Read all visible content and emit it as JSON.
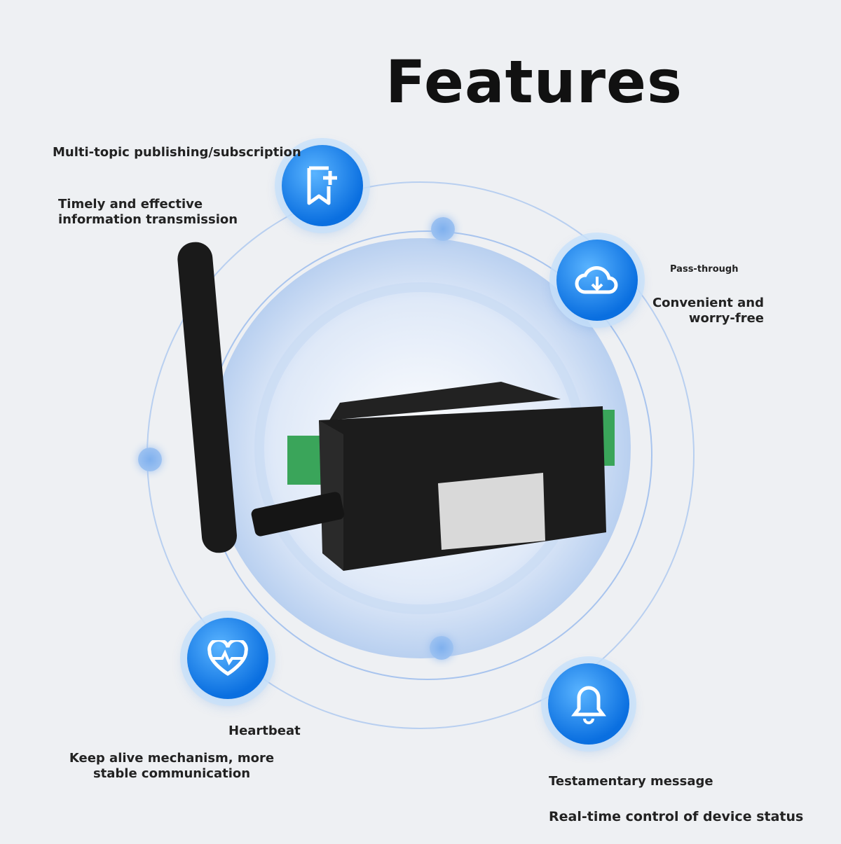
{
  "title": "Features",
  "features": [
    {
      "icon": "bookmark-plus-icon",
      "heading": "Multi-topic publishing/subscription",
      "description": "Timely and effective information transmission"
    },
    {
      "icon": "cloud-download-icon",
      "heading": "Pass-through",
      "description": "Convenient and worry-free"
    },
    {
      "icon": "heart-pulse-icon",
      "heading": "Heartbeat",
      "description": "Keep alive mechanism, more stable communication"
    },
    {
      "icon": "bell-icon",
      "heading": "Testamentary message",
      "description": "Real-time control of device status"
    }
  ],
  "colors": {
    "accent": "#0a6fe0",
    "background": "#eef0f3"
  }
}
